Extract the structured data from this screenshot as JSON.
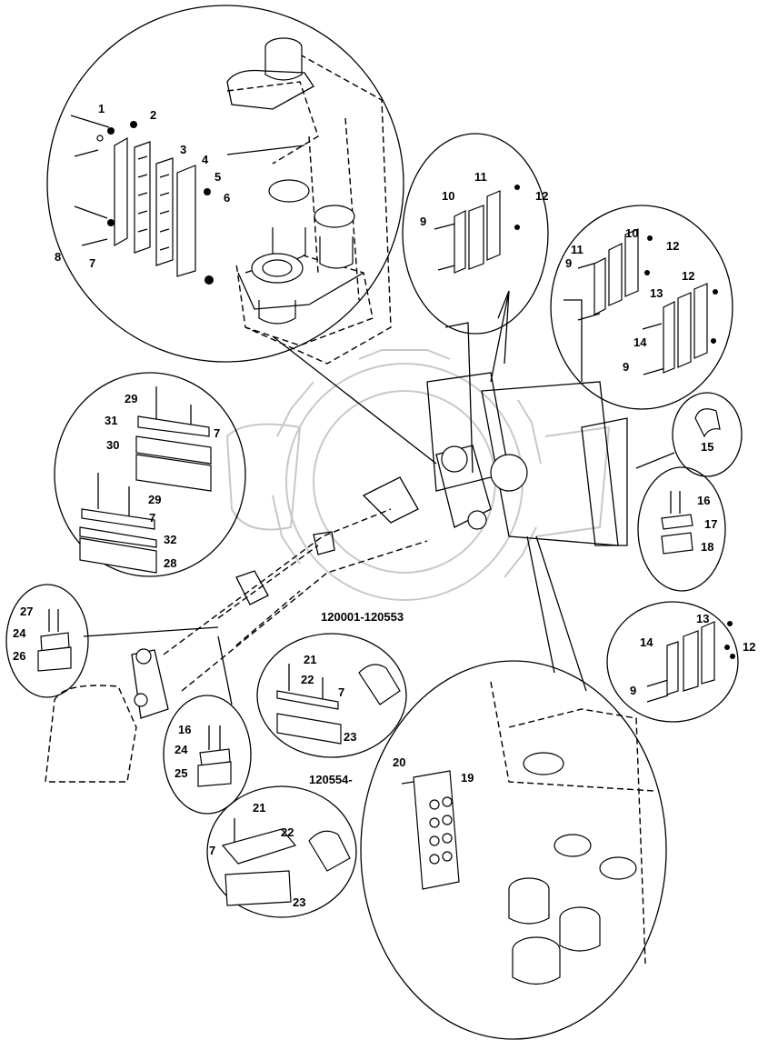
{
  "diagram": {
    "serial_ranges": {
      "upper": "120001-120553",
      "lower": "120554-"
    },
    "callouts": [
      {
        "id": "c1",
        "text": "1"
      },
      {
        "id": "c2",
        "text": "2"
      },
      {
        "id": "c3",
        "text": "3"
      },
      {
        "id": "c4",
        "text": "4"
      },
      {
        "id": "c5",
        "text": "5"
      },
      {
        "id": "c6",
        "text": "6"
      },
      {
        "id": "c7",
        "text": "7"
      },
      {
        "id": "c8",
        "text": "8"
      },
      {
        "id": "c9a",
        "text": "9"
      },
      {
        "id": "c10a",
        "text": "10"
      },
      {
        "id": "c11a",
        "text": "11"
      },
      {
        "id": "c12a",
        "text": "12"
      },
      {
        "id": "c9b",
        "text": "9"
      },
      {
        "id": "c10b",
        "text": "10"
      },
      {
        "id": "c11b",
        "text": "11"
      },
      {
        "id": "c12b",
        "text": "12"
      },
      {
        "id": "c12c",
        "text": "12"
      },
      {
        "id": "c13a",
        "text": "13"
      },
      {
        "id": "c14a",
        "text": "14"
      },
      {
        "id": "c9c",
        "text": "9"
      },
      {
        "id": "c15",
        "text": "15"
      },
      {
        "id": "c16a",
        "text": "16"
      },
      {
        "id": "c17",
        "text": "17"
      },
      {
        "id": "c18",
        "text": "18"
      },
      {
        "id": "c29a",
        "text": "29"
      },
      {
        "id": "c31",
        "text": "31"
      },
      {
        "id": "c7b",
        "text": "7"
      },
      {
        "id": "c30",
        "text": "30"
      },
      {
        "id": "c29b",
        "text": "29"
      },
      {
        "id": "c7c",
        "text": "7"
      },
      {
        "id": "c32",
        "text": "32"
      },
      {
        "id": "c28",
        "text": "28"
      },
      {
        "id": "c27",
        "text": "27"
      },
      {
        "id": "c24a",
        "text": "24"
      },
      {
        "id": "c26",
        "text": "26"
      },
      {
        "id": "c21a",
        "text": "21"
      },
      {
        "id": "c22a",
        "text": "22"
      },
      {
        "id": "c7d",
        "text": "7"
      },
      {
        "id": "c23a",
        "text": "23"
      },
      {
        "id": "c13b",
        "text": "13"
      },
      {
        "id": "c14b",
        "text": "14"
      },
      {
        "id": "c12d",
        "text": "12"
      },
      {
        "id": "c9d",
        "text": "9"
      },
      {
        "id": "c16b",
        "text": "16"
      },
      {
        "id": "c24b",
        "text": "24"
      },
      {
        "id": "c25",
        "text": "25"
      },
      {
        "id": "c20",
        "text": "20"
      },
      {
        "id": "c19",
        "text": "19"
      },
      {
        "id": "c21b",
        "text": "21"
      },
      {
        "id": "c22b",
        "text": "22"
      },
      {
        "id": "c7e",
        "text": "7"
      },
      {
        "id": "c23b",
        "text": "23"
      }
    ]
  }
}
